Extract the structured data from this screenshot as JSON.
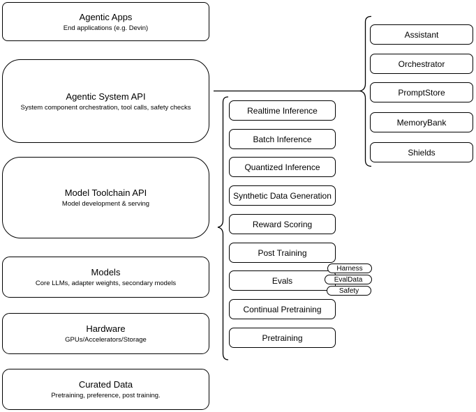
{
  "diagram": {
    "left_column": {
      "boxes": [
        {
          "title": "Agentic Apps",
          "subtitle": "End applications (e.g. Devin)"
        },
        {
          "title": "Agentic System API",
          "subtitle": "System component orchestration, tool calls, safety checks"
        },
        {
          "title": "Model Toolchain API",
          "subtitle": "Model development & serving"
        },
        {
          "title": "Models",
          "subtitle": "Core LLMs, adapter weights, secondary models"
        },
        {
          "title": "Hardware",
          "subtitle": "GPUs/Accelerators/Storage"
        },
        {
          "title": "Curated Data",
          "subtitle": "Pretraining, preference, post training."
        }
      ]
    },
    "middle_column": {
      "items": [
        "Realtime Inference",
        "Batch Inference",
        "Quantized Inference",
        "Synthetic Data Generation",
        "Reward Scoring",
        "Post Training",
        "Evals",
        "Continual Pretraining",
        "Pretraining"
      ],
      "evals_tags": [
        "Harness",
        "EvalData",
        "Safety"
      ]
    },
    "right_column": {
      "items": [
        "Assistant",
        "Orchestrator",
        "PromptStore",
        "MemoryBank",
        "Shields"
      ]
    },
    "colors": {
      "stroke": "#000000",
      "background": "#ffffff",
      "box_fill": "#ffffff"
    }
  }
}
